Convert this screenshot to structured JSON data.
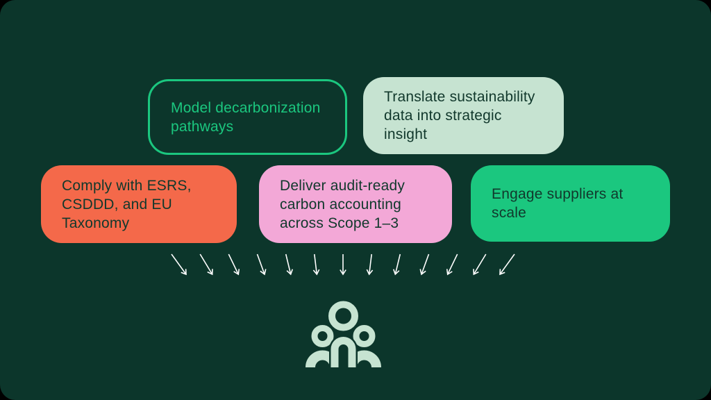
{
  "colors": {
    "page-bg": "#000000",
    "bg": "#0C362B",
    "green": "#1BC77F",
    "mint": "#C6E3D1",
    "orange": "#F4694A",
    "pink": "#F3A8D7",
    "dark-text": "#11382C",
    "white": "#FFFFFF"
  },
  "cards": [
    {
      "label": "Model decarbonization pathways",
      "lines": [
        "Model decarbonization",
        "pathways"
      ],
      "variant": "outline-green"
    },
    {
      "label": "Translate sustainability data into strategic insight",
      "lines": [
        "Translate sustainability",
        "data into strategic",
        "insight"
      ],
      "variant": "mint-filled"
    },
    {
      "label": "Comply with ESRS, CSDDD, and EU Taxonomy",
      "lines": [
        "Comply with ESRS,",
        "CSDDD, and EU",
        "Taxonomy"
      ],
      "variant": "orange-filled"
    },
    {
      "label": "Deliver audit-ready carbon accounting across Scope 1–3",
      "lines": [
        "Deliver audit-ready",
        "carbon accounting",
        "across Scope 1–3"
      ],
      "variant": "pink-filled"
    },
    {
      "label": "Engage suppliers at scale",
      "lines": [
        "Engage suppliers at",
        "scale"
      ],
      "variant": "green-filled"
    }
  ],
  "arrows": {
    "count": 13,
    "color": "#FFFFFF",
    "direction": "converging-down"
  },
  "icon": {
    "name": "people-group",
    "color": "#C6E3D1"
  }
}
